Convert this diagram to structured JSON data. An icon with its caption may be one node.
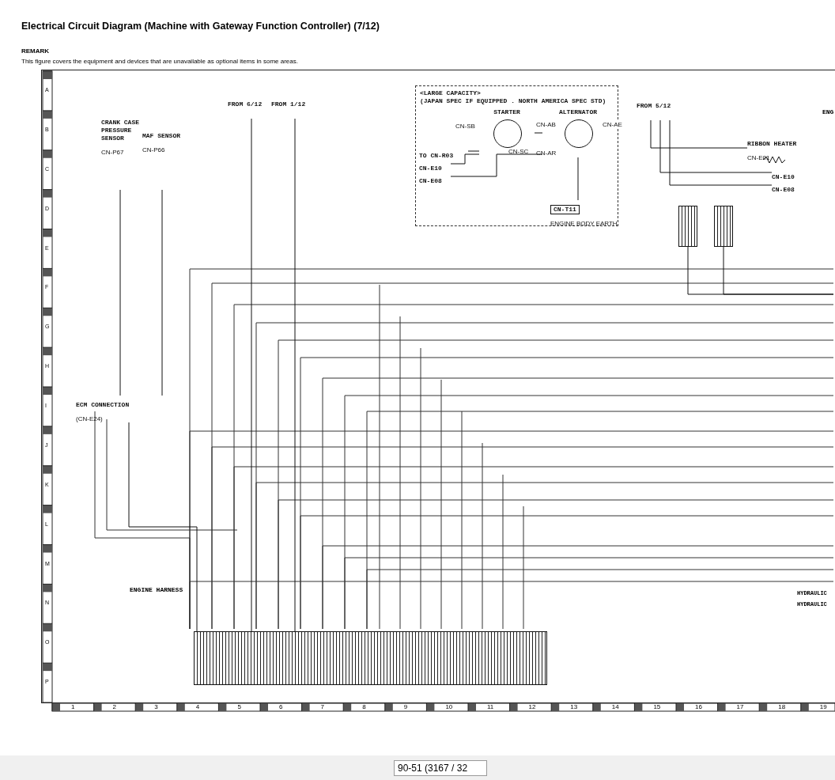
{
  "diagram": {
    "title": "Electrical Circuit Diagram (Machine with Gateway Function Controller) (7/12)",
    "nodes": [
      {
        "text": [
          "CRANK CASE PRESSURE SENSOR",
          "CN-P67"
        ]
      },
      {
        "text": [
          "MAF SENSOR",
          "CN-P66"
        ]
      },
      {
        "text": [
          "FROM 6/12"
        ]
      },
      {
        "text": [
          "FROM 1/12"
        ]
      },
      {
        "text": [
          "ECM CONNECTION",
          "(CN-E24)"
        ]
      },
      {
        "text": [
          "<LARGE CAPACITY>",
          "(JAPAN SPEC IF EQUIPPED . NORTH AMERICA SPEC STD)"
        ]
      },
      {
        "text": [
          "STARTER",
          "CN-SB",
          "CN-SC"
        ],
        "in": 5
      },
      {
        "text": [
          "ALTERNATOR",
          "CN-AB",
          "CN-AE",
          "CN-AR"
        ],
        "in": 5
      },
      {
        "text": [
          "TO CN-R03"
        ],
        "in": 5
      },
      {
        "text": [
          "CN-E10"
        ],
        "in": 5
      },
      {
        "text": [
          "CN-E08"
        ],
        "in": 5
      },
      {
        "text": [
          "CN-T11",
          "ENGINE BODY EARTH"
        ],
        "in": 5
      },
      {
        "text": [
          "FROM 5/12"
        ]
      },
      {
        "text": [
          "RIBBON HEATER",
          "CN-E01"
        ]
      },
      {
        "text": [
          "CN-E10"
        ]
      },
      {
        "text": [
          "CN-E08"
        ]
      },
      {
        "text": [],
        "shape": "box"
      },
      {
        "text": [],
        "shape": "box"
      },
      {
        "text": [],
        "shape": "box"
      }
    ],
    "edges": [
      {
        "from": 0,
        "to": 4,
        "arrow": "none"
      },
      {
        "from": 1,
        "to": 4,
        "arrow": "none"
      },
      {
        "from": 2,
        "to": 16,
        "arrow": "none"
      },
      {
        "from": 3,
        "to": 16,
        "arrow": "none"
      },
      {
        "from": 4,
        "to": 16,
        "arrow": "none"
      },
      {
        "from": 8,
        "to": 6,
        "arrow": "none"
      },
      {
        "from": 9,
        "to": 6,
        "arrow": "none"
      },
      {
        "from": 10,
        "to": 7,
        "arrow": "none"
      },
      {
        "from": 6,
        "to": 7,
        "arrow": "none"
      },
      {
        "from": 7,
        "to": 11,
        "arrow": "none"
      },
      {
        "from": 12,
        "to": 13,
        "arrow": "none"
      },
      {
        "from": 12,
        "to": 14,
        "arrow": "none"
      },
      {
        "from": 12,
        "to": 15,
        "arrow": "none"
      },
      {
        "from": 17,
        "to": null,
        "arrow": "none"
      },
      {
        "from": 18,
        "to": null,
        "arrow": "none"
      }
    ],
    "labels": [
      "REMARK",
      "This figure covers the equipment and devices that are unavailable as optional items in some areas.",
      "ENGINE HARNESS",
      "ENG",
      "HYDRAULIC",
      "HYDRAULIC",
      "A",
      "B",
      "C",
      "D",
      "E",
      "F",
      "G",
      "H",
      "I",
      "J",
      "K",
      "L",
      "M",
      "N",
      "O",
      "P",
      "1",
      "2",
      "3",
      "4",
      "5",
      "6",
      "7",
      "8",
      "9",
      "10",
      "11",
      "12",
      "13",
      "14",
      "15",
      "16",
      "17",
      "18",
      "19",
      "90-51 (3167 / 32"
    ]
  }
}
